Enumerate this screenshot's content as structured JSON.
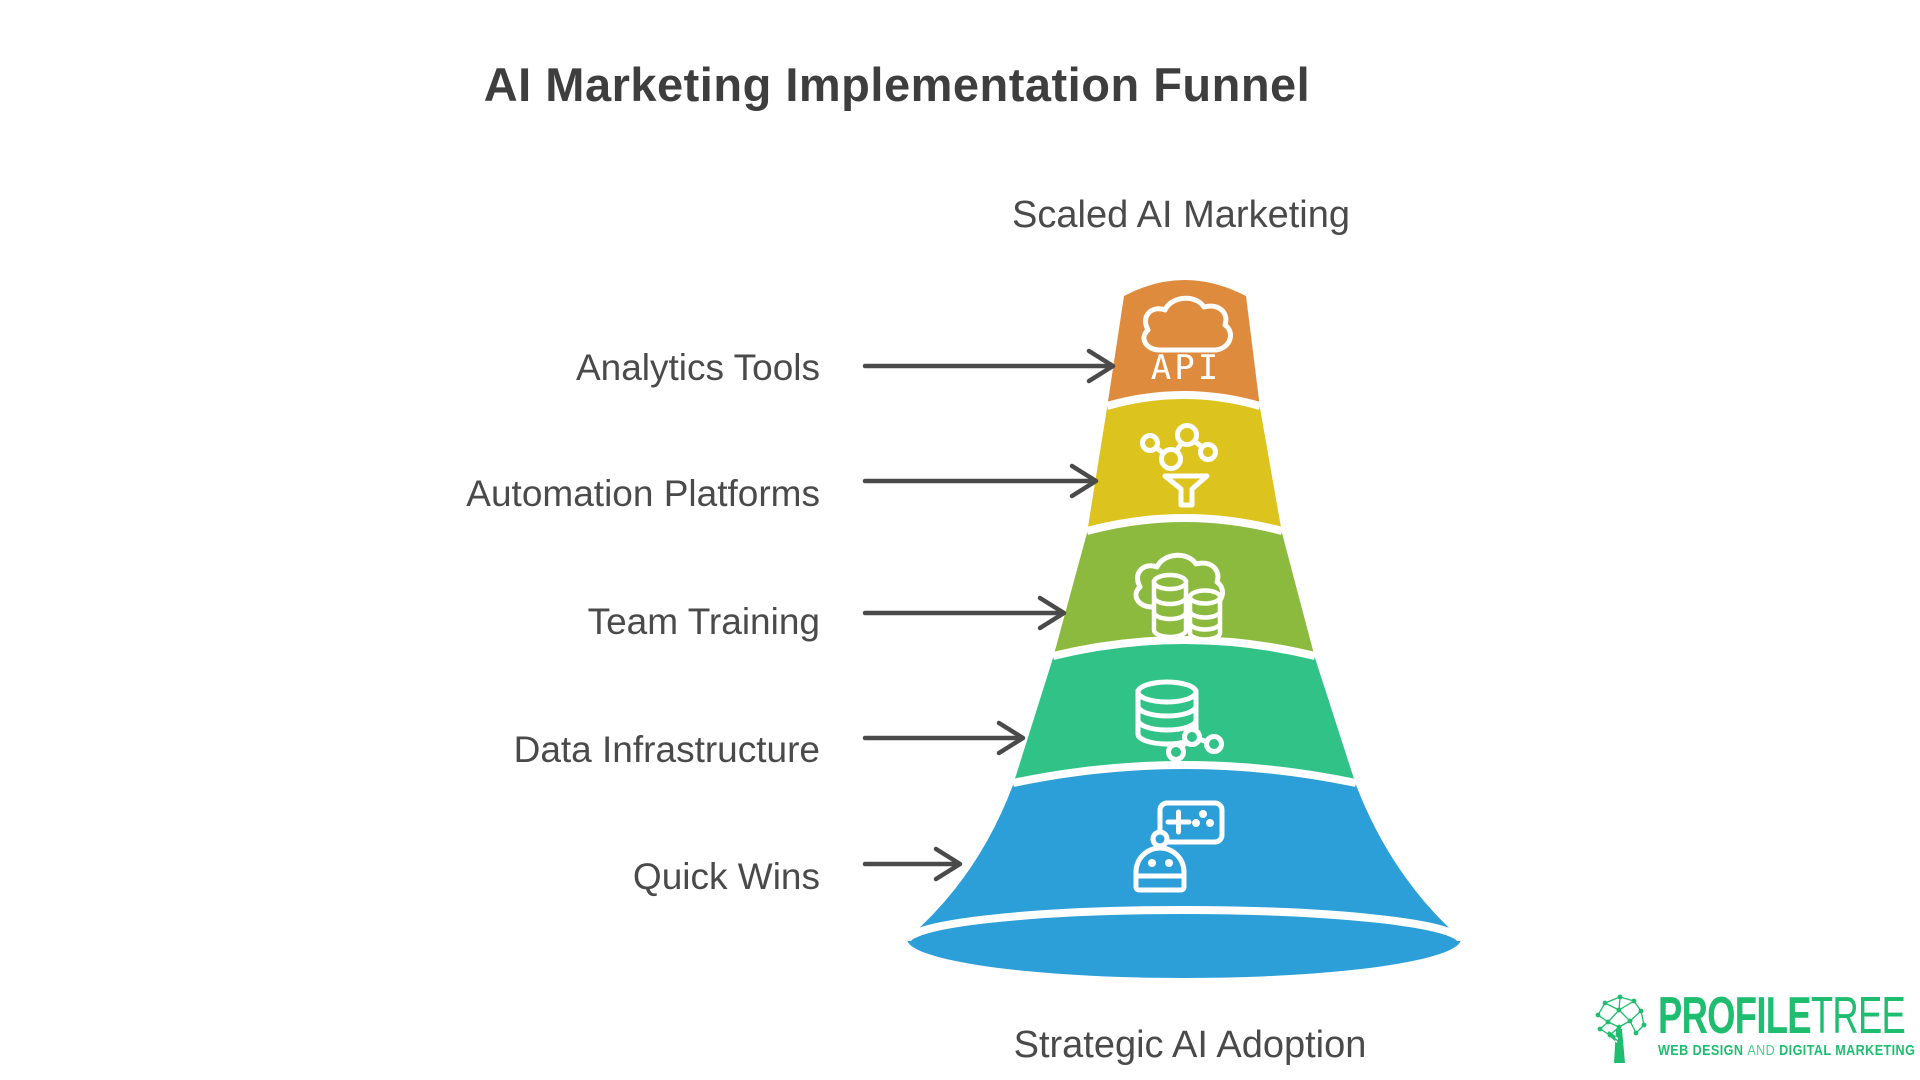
{
  "title": "AI Marketing Implementation Funnel",
  "funnel": {
    "top_label": "Scaled AI Marketing",
    "bottom_label": "Strategic AI Adoption",
    "stages": [
      {
        "label": "Analytics Tools",
        "color": "#DE8B3E",
        "icon": "cloud-api-icon",
        "icon_text": "API"
      },
      {
        "label": "Automation Platforms",
        "color": "#DCC31E",
        "icon": "network-funnel-icon",
        "icon_text": ""
      },
      {
        "label": "Team Training",
        "color": "#8CBA3E",
        "icon": "cloud-databases-icon",
        "icon_text": ""
      },
      {
        "label": "Data Infrastructure",
        "color": "#31C287",
        "icon": "database-network-icon",
        "icon_text": ""
      },
      {
        "label": "Quick Wins",
        "color": "#2C9FD8",
        "icon": "robot-gamepad-icon",
        "icon_text": ""
      }
    ]
  },
  "logo": {
    "brand_bold": "PROFILE",
    "brand_light": "TREE",
    "tagline_bold_1": "WEB DESIGN",
    "tagline_and": "AND",
    "tagline_bold_2": "DIGITAL MARKETING"
  },
  "colors": {
    "background": "#FFFFFF",
    "title": "#3E3E3E",
    "text": "#4A4A4A",
    "arrow": "#4A4A4A",
    "icon_stroke": "#FFFFFF",
    "logo_green": "#1FBD6F"
  }
}
